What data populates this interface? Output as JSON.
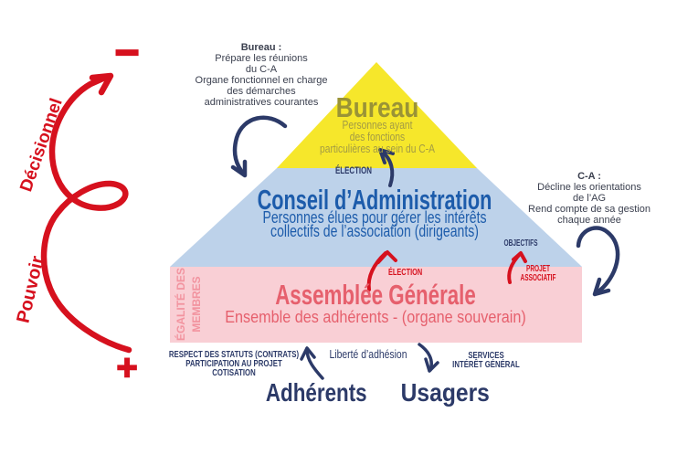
{
  "palette": {
    "red": "#d6111e",
    "navy": "#2c3a68",
    "yellow": "#f6e72b",
    "olive_title": "#9a9336",
    "olive_sub": "#a39b44",
    "blue_band": "#bdd2ea",
    "blue_text": "#1d5cab",
    "pink_band": "#f9cfd5",
    "pink_text": "#e6606d",
    "pink_side": "#f2939f",
    "annotation": "#3a3f4e"
  },
  "left_gauge": {
    "minus": "−",
    "plus": "+",
    "top_label": "Décisionnel",
    "bottom_label": "Pouvoir"
  },
  "annotations": {
    "bureau": {
      "title": "Bureau :",
      "lines": [
        "Prépare les réunions",
        "du C-A",
        "Organe fonctionnel en charge",
        "des démarches",
        "administratives courantes"
      ]
    },
    "ca": {
      "title": "C-A :",
      "lines": [
        "Décline les orientations",
        "de l’AG",
        "Rend compte de sa gestion",
        "chaque année"
      ]
    }
  },
  "pyramid": {
    "bureau": {
      "title": "Bureau",
      "subtitle_lines": [
        "Personnes ayant",
        "des fonctions",
        "particulières au sein du C-A"
      ]
    },
    "conseil": {
      "title": "Conseil d’Administration",
      "subtitle_lines": [
        "Personnes élues pour gérer les intérêts",
        "collectifs de l’association (dirigeants)"
      ]
    },
    "ag": {
      "title": "Assemblée Générale",
      "subtitle": "Ensemble des adhérents - (organe souverain)",
      "side_lines": [
        "ÉGALITÉ DES",
        "MEMBRES"
      ]
    }
  },
  "flows": {
    "election_top": "ÉLECTION",
    "election_mid": "ÉLECTION",
    "objectifs": "OBJECTIFS",
    "projet_lines": [
      "PROJET",
      "ASSOCIATIF"
    ]
  },
  "base": {
    "duties_lines": [
      "RESPECT DES STATUTS (CONTRATS)",
      "PARTICIPATION AU PROJET",
      "COTISATION"
    ],
    "freedom": "Liberté d’adhésion",
    "services_lines": [
      "SERVICES",
      "INTÉRÊT GÉNÉRAL"
    ],
    "members": "Adhérents",
    "users": "Usagers"
  }
}
